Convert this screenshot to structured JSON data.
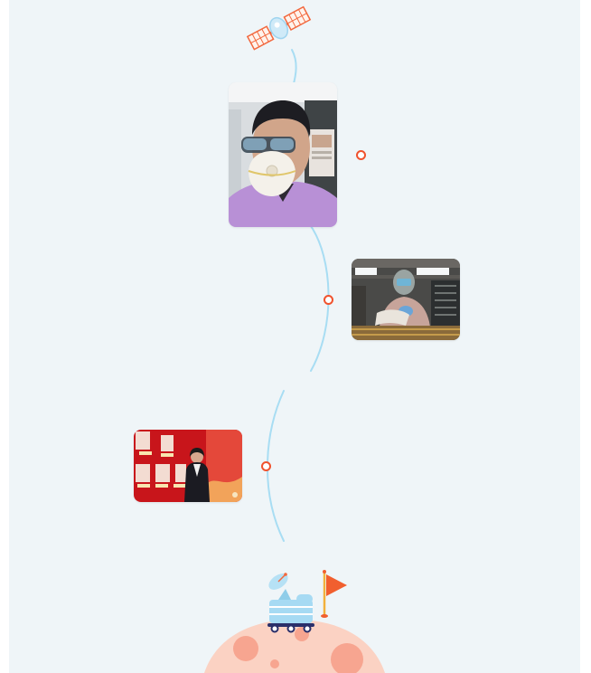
{
  "timeline": {
    "line_color": "#a8ddf3",
    "marker_color": "#f0522d",
    "panel_background": "#eff5f8",
    "entries": [
      {
        "photo": "selfie-with-mask-photo",
        "marker": "timeline-marker"
      },
      {
        "photo": "lab-worker-photo",
        "marker": "timeline-marker"
      },
      {
        "photo": "exhibition-photo",
        "marker": "timeline-marker"
      }
    ]
  },
  "decorations": {
    "top": "satellite-icon",
    "bottom": [
      "planet-icon",
      "rover-icon",
      "satellite-dish-icon",
      "flag-icon"
    ]
  }
}
